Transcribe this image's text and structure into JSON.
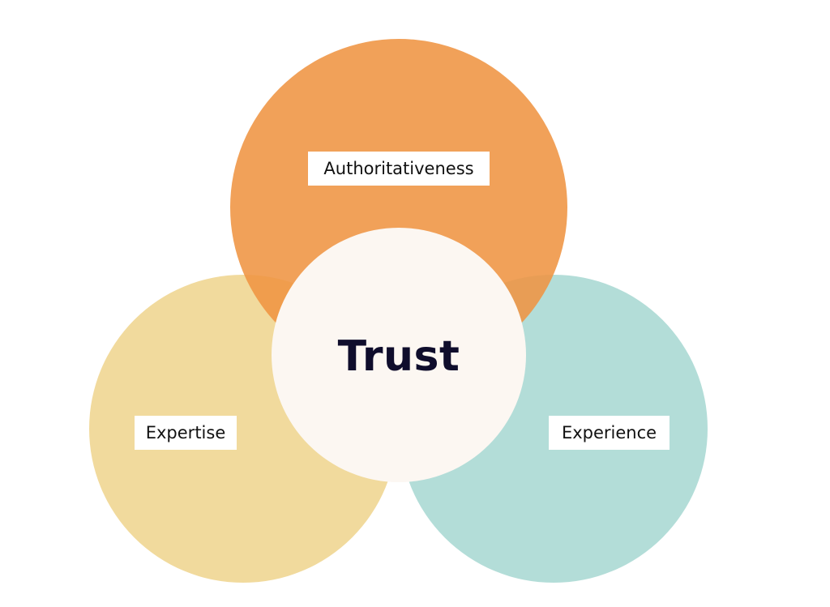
{
  "diagram": {
    "center_label": "Trust",
    "circles": [
      {
        "label": "Authoritativeness",
        "color": "#ef9442"
      },
      {
        "label": "Expertise",
        "color": "#efd58f"
      },
      {
        "label": "Experience",
        "color": "#a9d8d3"
      }
    ],
    "center_color": "#fcf7f2",
    "text_color": "#0f0d2c"
  }
}
